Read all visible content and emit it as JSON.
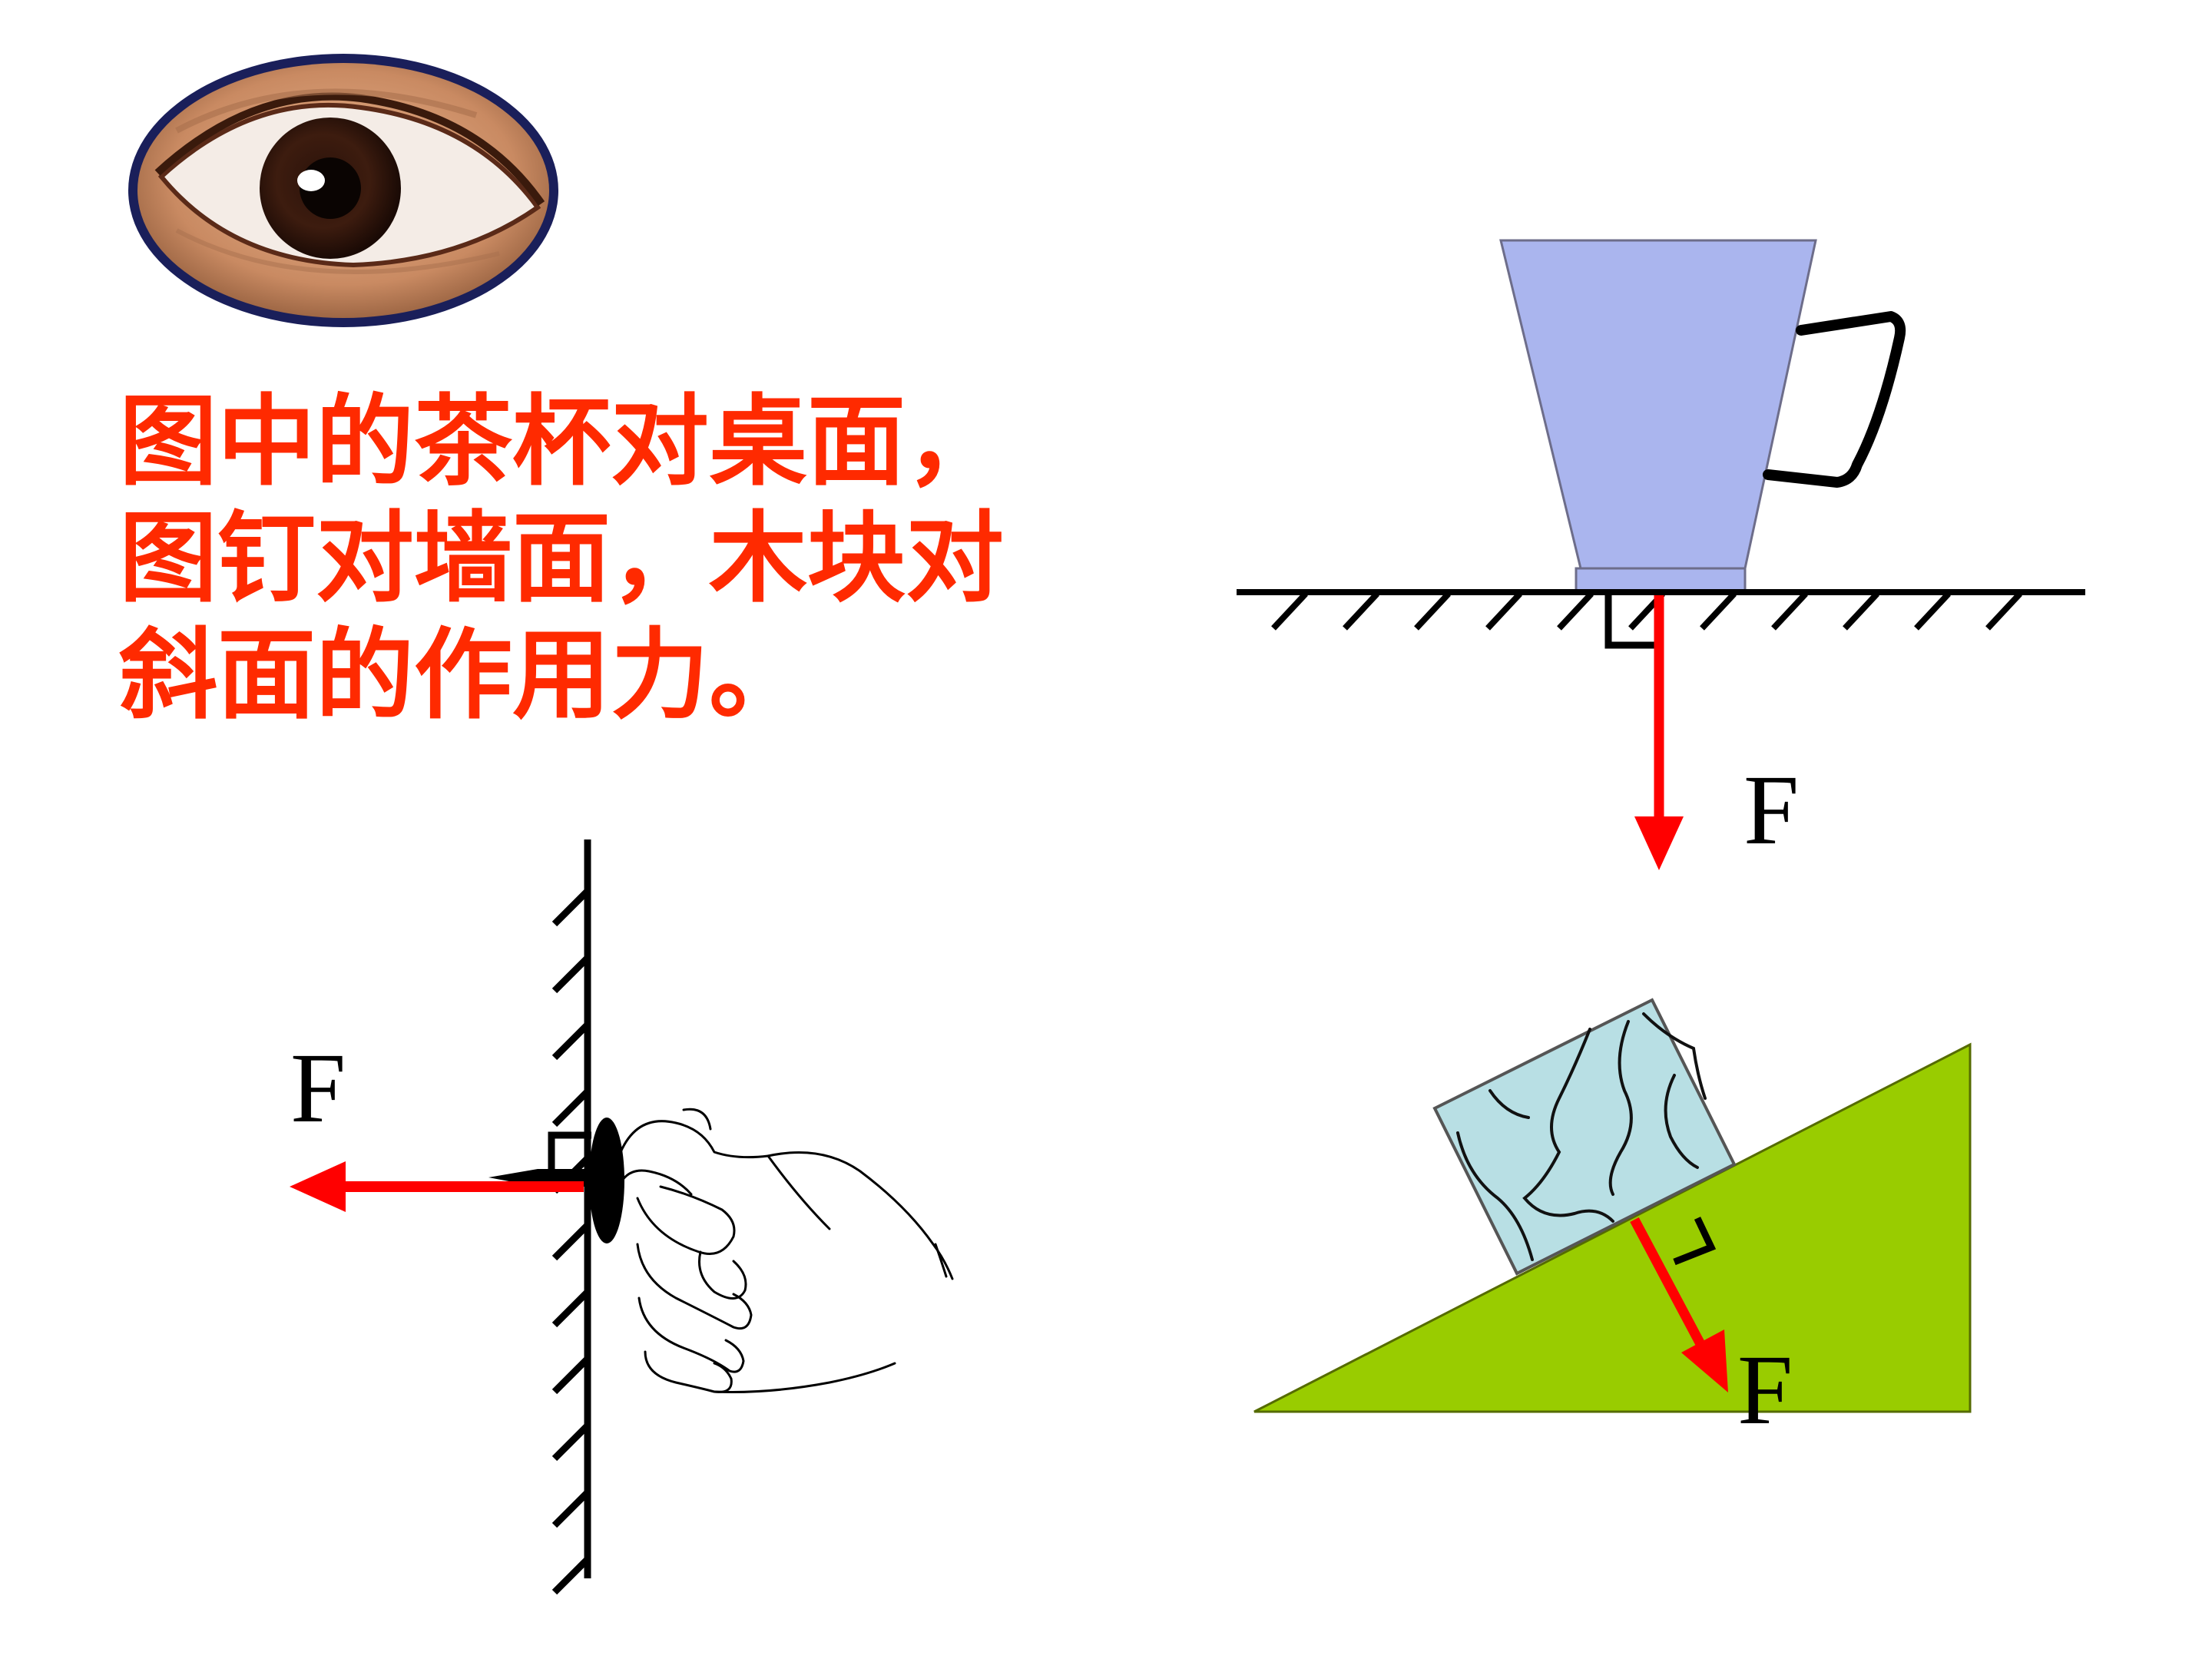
{
  "prompt": {
    "lines": [
      "图中的茶杯对桌面，",
      "图钉对墙面，木块对",
      "斜面的作用力。"
    ]
  },
  "diagrams": {
    "cup": {
      "force_label": "F"
    },
    "pin": {
      "force_label": "F"
    },
    "incline": {
      "force_label": "F"
    }
  },
  "colors": {
    "text_red": "#ff2a00",
    "force_arrow": "#ff0000",
    "cup_fill": "#aab5ee",
    "incline_fill": "#99cc00",
    "block_fill": "#b8dfe4"
  },
  "icons": [
    "eye-icon",
    "hand-icon",
    "thumbtack-icon"
  ]
}
